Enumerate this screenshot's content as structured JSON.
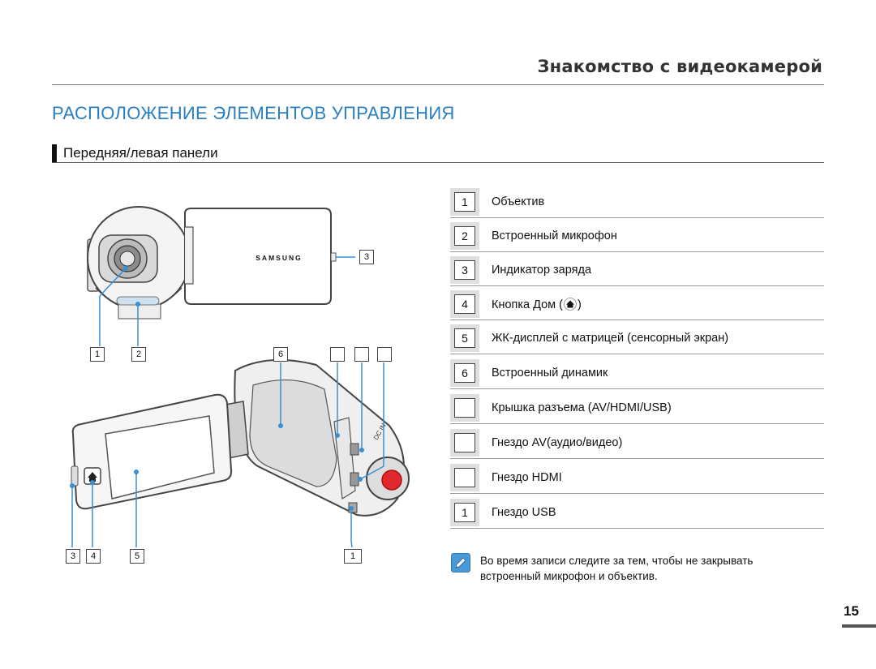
{
  "header": {
    "title": "Знакомство с видеокамерой"
  },
  "main_title": "РАСПОЛОЖЕНИЕ ЭЛЕМЕНТОВ УПРАВЛЕНИЯ",
  "subtitle": "Передняя/левая панели",
  "illustration": {
    "brand": "SAMSUNG",
    "callouts": [
      "3",
      "1",
      "2",
      "6",
      "",
      "",
      "",
      "3",
      "4",
      "5",
      "1"
    ],
    "port_label": "DC IN"
  },
  "legend": [
    {
      "num": "1",
      "text": "Объектив"
    },
    {
      "num": "2",
      "text": "Встроенный микрофон"
    },
    {
      "num": "3",
      "text": "Индикатор заряда"
    },
    {
      "num": "4",
      "text_before": "Кнопка Дом (",
      "text_after": ")",
      "icon": "home-icon"
    },
    {
      "num": "5",
      "text": "ЖК-дисплей с матрицей (сенсорный экран)"
    },
    {
      "num": "6",
      "text": "Встроенный динамик"
    },
    {
      "num": "",
      "text": "Крышка разъема (AV/HDMI/USB)"
    },
    {
      "num": "",
      "text": "Гнездо AV(аудио/видео)"
    },
    {
      "num": "",
      "text": "Гнездо HDMI"
    },
    {
      "num": "1",
      "text": "Гнездо USB"
    }
  ],
  "note": {
    "icon": "note-pencil-icon",
    "line1": "Во время записи следите за тем, чтобы не закрывать",
    "line2": "встроенный микрофон и объектив."
  },
  "page_number": "15",
  "colors": {
    "accent_blue": "#2a7fc0",
    "callout_line": "#3a8fd0",
    "record_red": "#e0282d"
  }
}
